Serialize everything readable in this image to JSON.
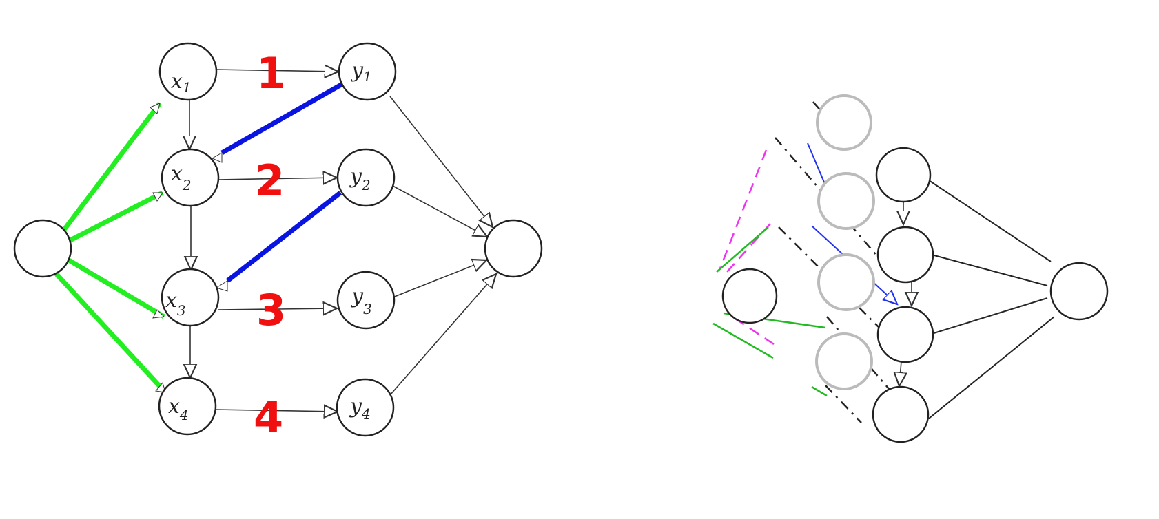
{
  "left_graph": {
    "x_nodes": [
      {
        "name": "x",
        "sub": "1"
      },
      {
        "name": "x",
        "sub": "2"
      },
      {
        "name": "x",
        "sub": "3"
      },
      {
        "name": "x",
        "sub": "4"
      }
    ],
    "y_nodes": [
      {
        "name": "y",
        "sub": "1"
      },
      {
        "name": "y",
        "sub": "2"
      },
      {
        "name": "y",
        "sub": "3"
      },
      {
        "name": "y",
        "sub": "4"
      }
    ],
    "step_numbers": [
      "1",
      "2",
      "3",
      "4"
    ]
  },
  "colors": {
    "green": "#22ee22",
    "blue": "#0a14e0",
    "red": "#f01010",
    "magenta": "#ee33ee"
  }
}
